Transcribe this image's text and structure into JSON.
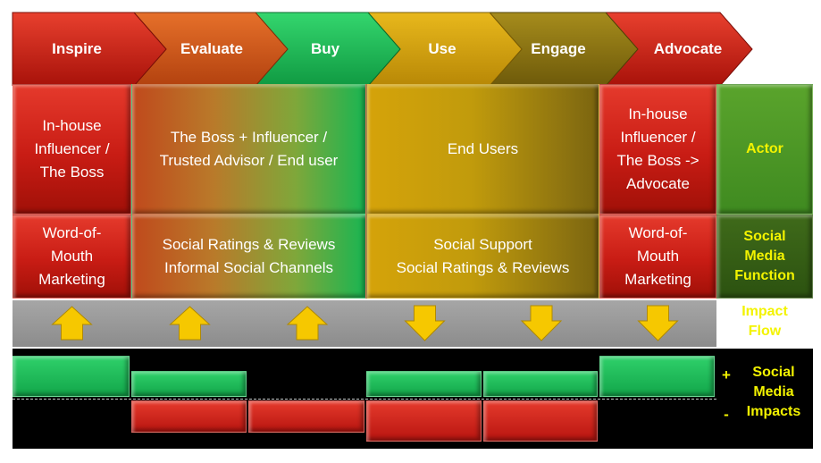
{
  "stages": [
    {
      "label": "Inspire",
      "color": "#d42418"
    },
    {
      "label": "Evaluate",
      "color": "#d4561c"
    },
    {
      "label": "Buy",
      "color": "#1db64e"
    },
    {
      "label": "Use",
      "color": "#d6a20a"
    },
    {
      "label": "Engage",
      "color": "#8a7410"
    },
    {
      "label": "Advocate",
      "color": "#d42418"
    }
  ],
  "actor_row": {
    "inspire": "In-house\nInfluencer /\nThe Boss",
    "evaluate_buy": "The Boss + Influencer /\nTrusted Advisor / End user",
    "use_engage": "End Users",
    "advocate": "In-house\nInfluencer /\nThe Boss ->\nAdvocate",
    "label": "Actor"
  },
  "function_row": {
    "inspire": "Word-of-\nMouth\nMarketing",
    "evaluate_buy": "Social Ratings & Reviews\nInformal Social Channels",
    "use_engage": "Social Support\nSocial Ratings & Reviews",
    "advocate": "Word-of-\nMouth\nMarketing",
    "label": "Social\nMedia\nFunction"
  },
  "impact_flow": {
    "label": "Impact\nFlow",
    "arrows": [
      "up",
      "up",
      "up",
      "down",
      "down",
      "down"
    ]
  },
  "impacts": {
    "label": "Social\nMedia\nImpacts",
    "plus": "+",
    "minus": "-",
    "positive": [
      2,
      1,
      0,
      1,
      1,
      2
    ],
    "negative": [
      0,
      1,
      1,
      2,
      2,
      0
    ]
  }
}
